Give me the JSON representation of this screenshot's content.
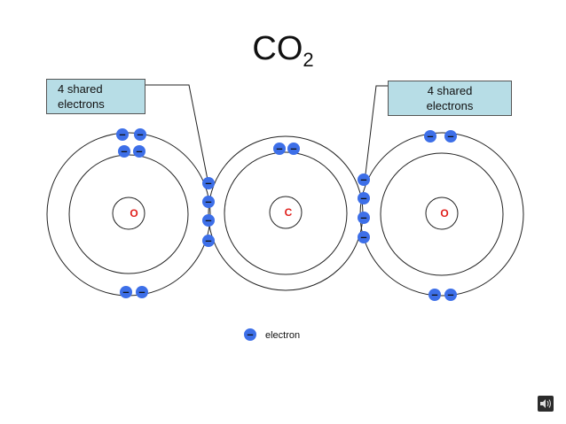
{
  "title": {
    "main": "CO",
    "subscript": "2"
  },
  "callouts": {
    "left": {
      "line1": "4 shared",
      "line2": "electrons"
    },
    "right": {
      "line1": "4 shared",
      "line2": "electrons"
    }
  },
  "atoms": {
    "left": "O",
    "center": "C",
    "right": "O"
  },
  "electron_symbol": "–",
  "legend": {
    "label": "electron"
  },
  "colors": {
    "electron": "#3d6fe8",
    "nucleus_label": "#e0201c",
    "callout_bg": "#b7dde6",
    "orbit": "#222222"
  },
  "icons": {
    "audio": "speaker-icon"
  }
}
